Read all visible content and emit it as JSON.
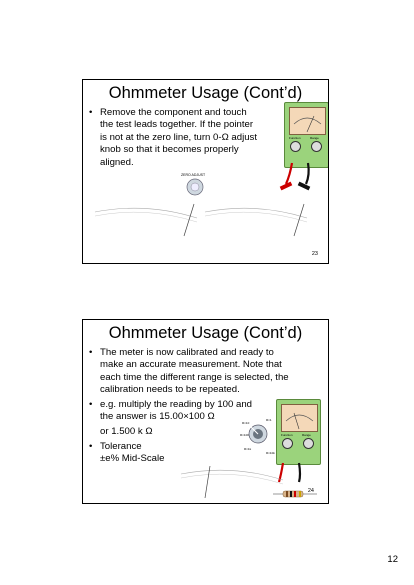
{
  "slides": [
    {
      "title": "Ohmmeter Usage (Cont’d)",
      "bullets": [
        {
          "lines": [
            "Remove the component and touch",
            "the test leads together. If the pointer",
            "is not at the zero line, turn 0-Ω adjust",
            "knob so that it becomes properly",
            "aligned."
          ]
        }
      ],
      "knob_label": "ZERO ADJUST",
      "slide_number": "23"
    },
    {
      "title": "Ohmmeter Usage (Cont’d)",
      "bullets": [
        {
          "lines": [
            "The meter is now calibrated and ready to",
            "make an accurate measurement. Note that",
            "each time the different range is selected, the",
            "calibration needs to be repeated."
          ]
        },
        {
          "lines": [
            "e.g. multiply the reading by 100 and",
            "the answer is 15.00×100 Ω",
            "or 1.500 k Ω"
          ]
        },
        {
          "lines": [
            "Tolerance",
            "±e% Mid-Scale"
          ]
        }
      ],
      "slide_number": "24"
    }
  ],
  "page_number": "12",
  "meter": {
    "function_label": "Function",
    "range_label": "Range"
  },
  "colors": {
    "meter_green": "#9bd37c",
    "meter_face": "#f4d8b8",
    "lead_red": "#cc0000",
    "lead_black": "#111111"
  }
}
